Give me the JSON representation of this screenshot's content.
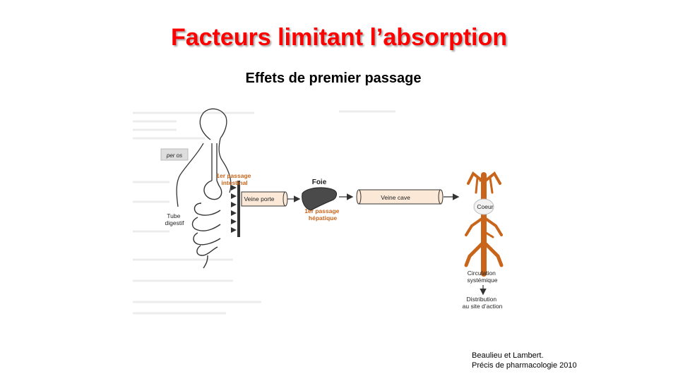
{
  "slide": {
    "title": "Facteurs limitant l’absorption",
    "subtitle": "Effets de premier passage"
  },
  "diagram": {
    "per_os": "per os",
    "first_pass_intestinal": [
      "1er passage",
      "intestinal"
    ],
    "tube_digestif": [
      "Tube",
      "digestif"
    ],
    "veine_porte": "Veine porte",
    "foie": "Foie",
    "first_pass_hepatic": [
      "1er passage",
      "hépatique"
    ],
    "veine_cave": "Veine cave",
    "coeur": "Coeur",
    "circulation": [
      "Circulation",
      "systémique"
    ],
    "distribution": [
      "Distribution",
      "au site d’action"
    ],
    "colors": {
      "orange": "#c8651b",
      "vessel": "#fbe8d6",
      "dark": "#333333",
      "liver": "#4a4a4a"
    }
  },
  "citation": {
    "line1": "Beaulieu et Lambert.",
    "line2": "Précis de pharmacologie 2010"
  }
}
